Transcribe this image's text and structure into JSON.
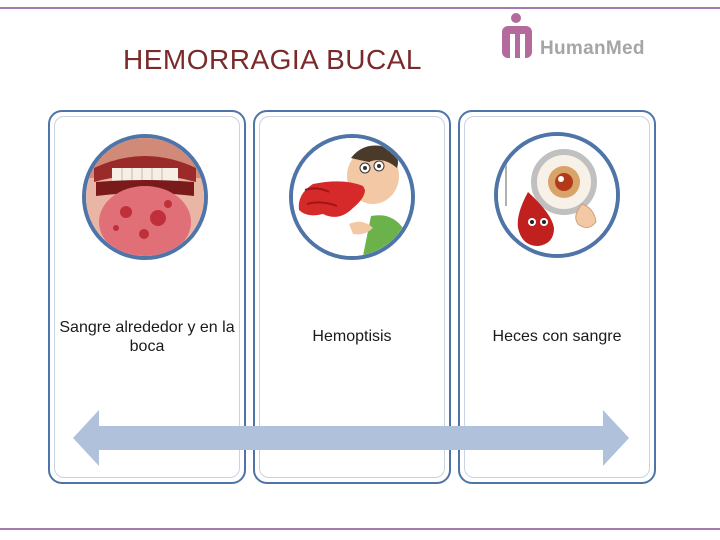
{
  "slide": {
    "title": "HEMORRAGIA BUCAL",
    "logo_text": "HumanMed",
    "cards": [
      {
        "label": "Sangre alrededor  y en la boca",
        "image": "bleeding-mouth-image"
      },
      {
        "label": "Hemoptisis",
        "image": "coughing-blood-cartoon"
      },
      {
        "label": "Heces con sangre",
        "image": "blood-drop-magnifier-cartoon"
      }
    ]
  },
  "colors": {
    "title": "#7a2a2a",
    "card_border": "#4f74a8",
    "arrow": "#b0c1dc",
    "rule": "#a27bb0",
    "logo": "#a5a5a8"
  }
}
